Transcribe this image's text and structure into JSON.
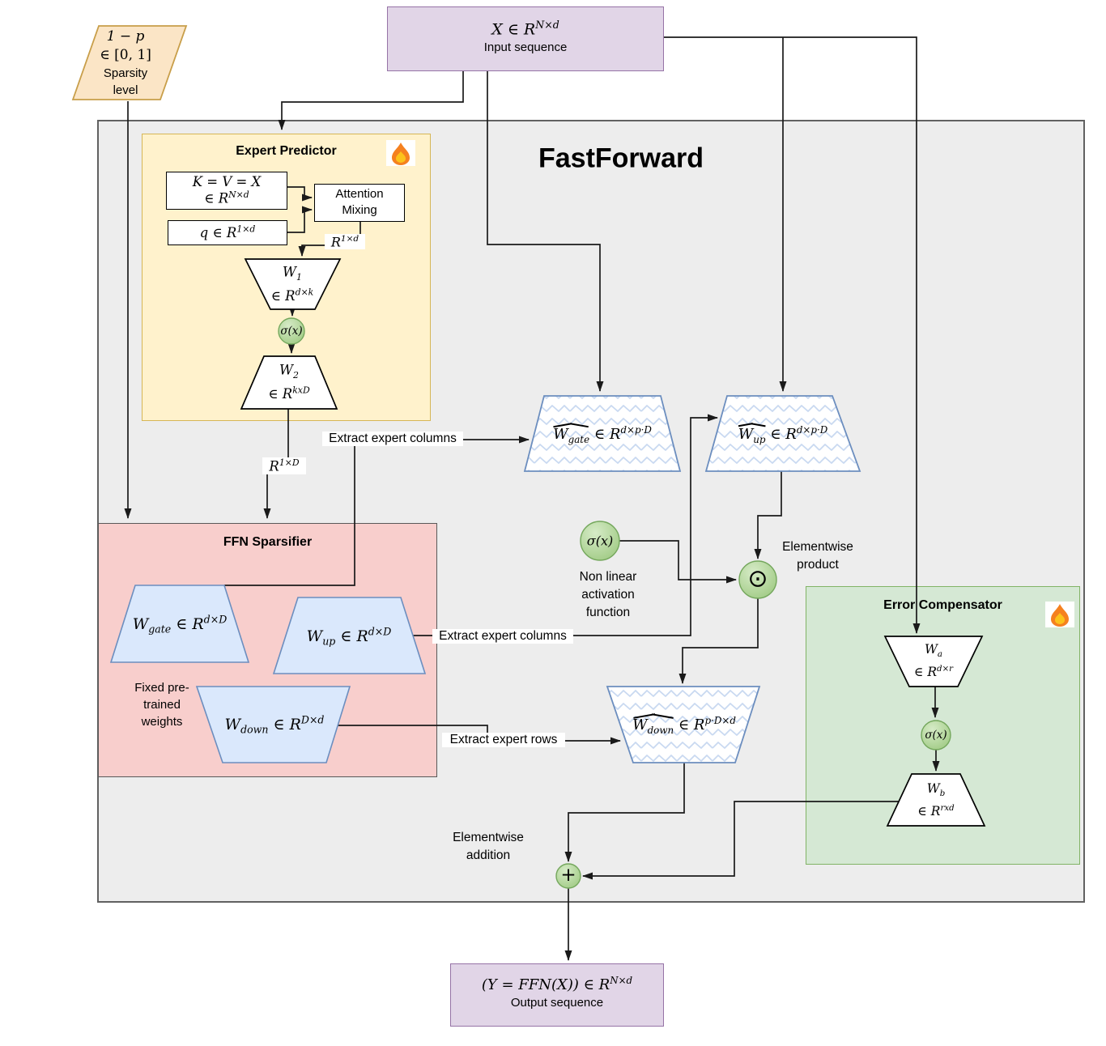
{
  "palette": {
    "outer_fill": "#ededed",
    "outer_border": "#616161",
    "yellow_fill": "#fff2cc",
    "yellow_border": "#d6b656",
    "pink_fill": "#f8cecc",
    "pink_border": "#595959",
    "green_fill": "#d5e8d4",
    "green_border": "#82b366",
    "purple_fill": "#e1d5e7",
    "purple_border": "#9673a6",
    "blue_fill": "#dae8fc",
    "blue_border": "#6c8ebf",
    "orange_fill": "#fbe5c6",
    "orange_border": "#c89e49",
    "circle_fill": "#b5d9a2",
    "circle_border": "#74a75c"
  },
  "icons": {
    "expert_predictor_fire": "flame",
    "error_compensator_fire": "flame"
  },
  "title": "FastForward",
  "sparsity": {
    "l1": "1 − p",
    "l2": "∈ [0, 1]",
    "l3": "Sparsity",
    "l4": "level"
  },
  "input": {
    "m": "X ∈ R",
    "sup": "N×d",
    "caption": "Input sequence"
  },
  "expert_predictor": {
    "title": "Expert Predictor",
    "kvx_l1": "K = V = X",
    "kvx_l2": "∈ R",
    "kvx_sup": "N×d",
    "q_m": "q ∈ R",
    "q_sup": "1×d",
    "attention_l1": "Attention",
    "attention_l2": "Mixing",
    "r1d_m": "R",
    "r1d_sup": "1×d",
    "w1_base": "W",
    "w1_sub": "1",
    "w1_m": "∈ R",
    "w1_sup": "d×k",
    "sigma": "σ(x)",
    "w2_base": "W",
    "w2_sub": "2",
    "w2_m": "∈ R",
    "w2_sup": "kxD",
    "r1D_m": "R",
    "r1D_sup": "1×D"
  },
  "sparsifier": {
    "title": "FFN Sparsifier",
    "wgate_base": "W",
    "wgate_sub": "gate",
    "wgate_m": " ∈ R",
    "wgate_sup": "d×D",
    "wup_base": "W",
    "wup_sub": "up",
    "wup_m": " ∈ R",
    "wup_sup": "d×D",
    "wdown_base": "W",
    "wdown_sub": "down",
    "wdown_m": " ∈ R",
    "wdown_sup": "D×d",
    "fixed_l1": "Fixed pre-",
    "fixed_l2": "trained",
    "fixed_l3": "weights"
  },
  "edge_labels": {
    "extract_cols1": "Extract expert columns",
    "extract_cols2": "Extract expert columns",
    "extract_rows": "Extract expert rows"
  },
  "hats": {
    "wgate_base": "W",
    "wgate_sub": "gate",
    "wgate_m": " ∈ R",
    "wgate_sup": "d×p·D",
    "wup_base": "W",
    "wup_sub": "up",
    "wup_m": " ∈ R",
    "wup_sup": "d×p·D",
    "wdown_base": "W",
    "wdown_sub": "down",
    "wdown_m": " ∈ R",
    "wdown_sup": "p·D×d"
  },
  "middle": {
    "sigma": "σ(x)",
    "nonlinear_l1": "Non linear",
    "nonlinear_l2": "activation",
    "nonlinear_l3": "function",
    "odot": "⊙",
    "prod_l1": "Elementwise",
    "prod_l2": "product",
    "add_l1": "Elementwise",
    "add_l2": "addition",
    "plus": "+"
  },
  "error_compensator": {
    "title": "Error Compensator",
    "wa_base": "W",
    "wa_sub": "a",
    "wa_m": "∈ R",
    "wa_sup": "d×r",
    "sigma": "σ(x)",
    "wb_base": "W",
    "wb_sub": "b",
    "wb_m": "∈ R",
    "wb_sup": "rxd"
  },
  "output": {
    "m": "(Y = FFN(X)) ∈ R",
    "sup": "N×d",
    "caption": "Output sequence"
  }
}
